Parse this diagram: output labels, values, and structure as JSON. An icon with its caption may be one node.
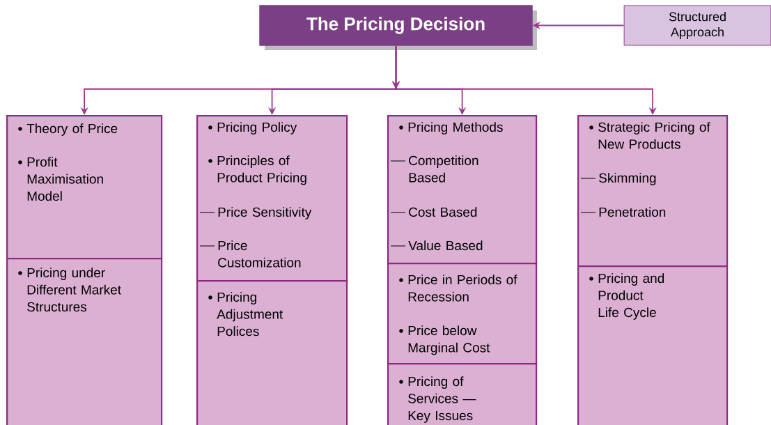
{
  "diagram": {
    "nodes": [
      {
        "text": [
          "The Pricing Decision"
        ]
      },
      {
        "text": [
          "Structured Approach"
        ]
      },
      {
        "text": [
          "Theory of Price",
          "Profit Maximisation Model"
        ]
      },
      {
        "text": [
          "Pricing under Different Market Structures"
        ]
      },
      {
        "text": [
          "Pricing Policy",
          "Principles of Product Pricing",
          "Price Sensitivity",
          "Price Customization"
        ]
      },
      {
        "text": [
          "Pricing Adjustment Polices"
        ]
      },
      {
        "text": [
          "Pricing Methods",
          "Competition Based",
          "Cost Based",
          "Value Based"
        ]
      },
      {
        "text": [
          "Price in Periods of Recession",
          "Price below Marginal Cost"
        ]
      },
      {
        "text": [
          "Pricing of Services — Key Issues"
        ]
      },
      {
        "text": [
          "Strategic Pricing of New Products",
          "Skimming",
          "Penetration"
        ]
      },
      {
        "text": [
          "Pricing and Product Life Cycle"
        ]
      }
    ],
    "edges": [
      {
        "from": 1,
        "to": 0,
        "arrow": "to"
      },
      {
        "from": 0,
        "to": 2,
        "arrow": "to"
      },
      {
        "from": 0,
        "to": 4,
        "arrow": "to"
      },
      {
        "from": 0,
        "to": 6,
        "arrow": "to"
      },
      {
        "from": 0,
        "to": 9,
        "arrow": "to"
      }
    ]
  }
}
